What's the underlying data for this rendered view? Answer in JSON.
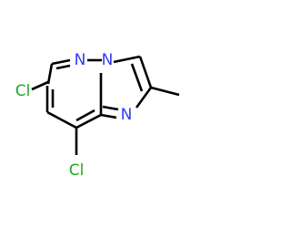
{
  "molecule": {
    "atoms": {
      "cl_top": {
        "text": "Cl",
        "color": "#1fa81f"
      },
      "cl_bottom": {
        "text": "Cl",
        "color": "#1fa81f"
      },
      "n_top": {
        "text": "N",
        "color": "#2f3cf5"
      },
      "n_bridge": {
        "text": "N",
        "color": "#2f3cf5"
      },
      "n_right": {
        "text": "N",
        "color": "#2f3cf5"
      }
    }
  }
}
